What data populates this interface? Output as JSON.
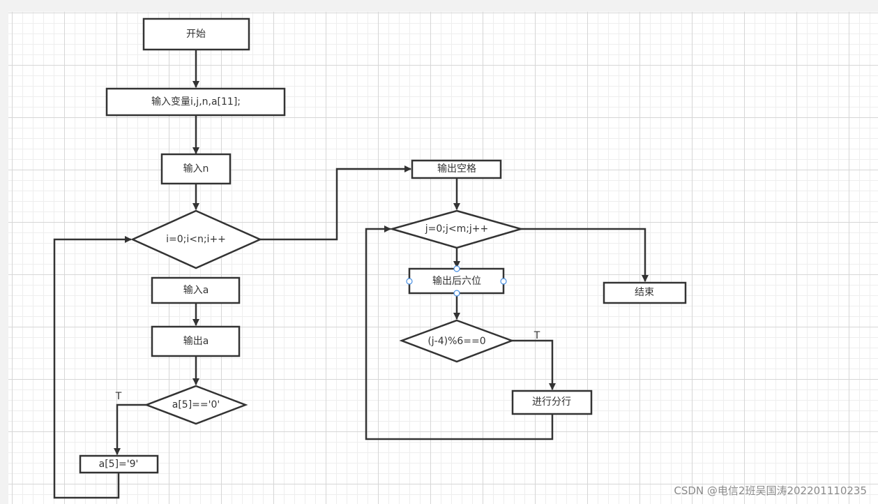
{
  "diagram": {
    "nodes": {
      "start": "开始",
      "declare": "输入变量i,j,n,a[11];",
      "input_n": "输入n",
      "loop_i": "i=0;i<n;i++",
      "input_a": "输入a",
      "output_a": "输出a",
      "check_a5": "a[5]=='0'",
      "assign_a5": "a[5]='9'",
      "output_space": "输出空格",
      "loop_j": "j=0;j<m;j++",
      "output_last6": "输出后六位",
      "check_mod": "(j-4)%6==0",
      "newline": "进行分行",
      "end": "结束"
    },
    "edge_labels": {
      "check_a5_true": "T",
      "check_mod_true": "T"
    }
  },
  "watermark": "CSDN @电信2班吴国涛202201110235",
  "colors": {
    "stroke": "#333333",
    "text": "#333333",
    "handle": "#4a90e2",
    "grid_major": "#d6d6d6",
    "grid_minor": "#eeeeee"
  }
}
